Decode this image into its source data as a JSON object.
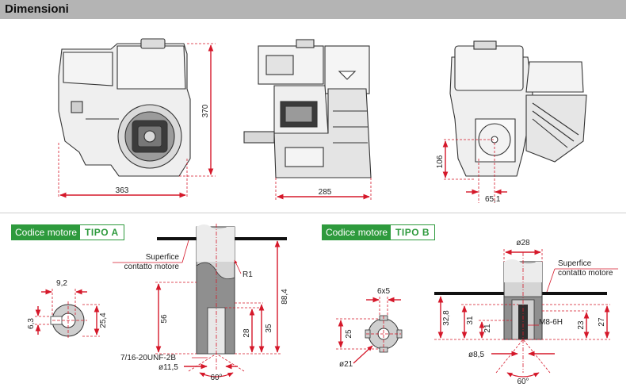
{
  "header": {
    "title": "Dimensioni"
  },
  "engine_views": {
    "front": {
      "width": "363",
      "height": "370"
    },
    "side": {
      "depth": "285"
    },
    "rear": {
      "shaft_height": "106",
      "offset": "65,1"
    }
  },
  "tipo_a": {
    "code_label": "Codice motore",
    "code_value": "TIPO A",
    "key_width": "9,2",
    "key_height": "6,3",
    "hub_width": "25,4",
    "surface_label_1": "Superfice",
    "surface_label_2": "contatto motore",
    "radius": "R1",
    "keyway_length": "56",
    "shaft_total": "88,4",
    "thread_length": "28",
    "bore_length": "35",
    "thread_spec": "7/16-20UNF-2B",
    "hole_dia": "ø11,5",
    "angle": "60°"
  },
  "tipo_b": {
    "code_label": "Codice motore",
    "code_value": "TIPO B",
    "spline_size": "6x5",
    "spline_height": "25",
    "spline_dia": "ø21",
    "shaft_dia": "ø28",
    "surface_label_1": "Superfice",
    "surface_label_2": "contatto motore",
    "len_a": "32,8",
    "len_b": "31",
    "len_c": "21",
    "thread_spec": "M8-6H",
    "len_d": "23",
    "len_e": "27",
    "hole_dia": "ø8,5",
    "angle": "60°"
  },
  "colors": {
    "dimension": "#d5182a",
    "accent": "#2e9a3d",
    "header": "#b4b4b4"
  }
}
